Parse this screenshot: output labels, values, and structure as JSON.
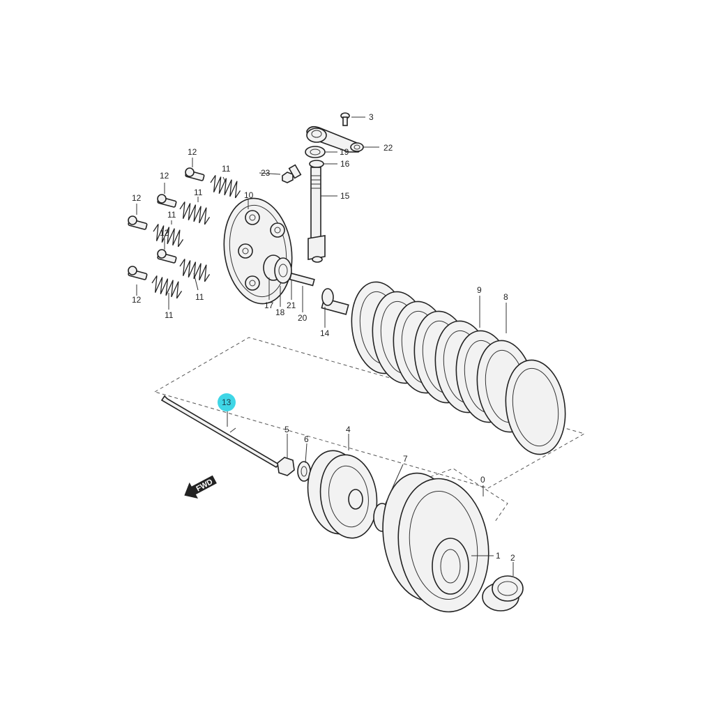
{
  "diagram": {
    "highlight_color": "#3fd6e6",
    "direction_label": "FWD",
    "callouts": {
      "c0": "0",
      "c1": "1",
      "c2": "2",
      "c3": "3",
      "c4": "4",
      "c5": "5",
      "c6": "6",
      "c7": "7",
      "c8": "8",
      "c9": "9",
      "c10": "10",
      "c11a": "11",
      "c11b": "11",
      "c11c": "11",
      "c11d": "11",
      "c11e": "11",
      "c12a": "12",
      "c12b": "12",
      "c12c": "12",
      "c12d": "12",
      "c12e": "12",
      "c13": "13",
      "c14": "14",
      "c15": "15",
      "c16": "16",
      "c17": "17",
      "c18": "18",
      "c19": "19",
      "c20": "20",
      "c21": "21",
      "c22": "22",
      "c23": "23"
    }
  }
}
